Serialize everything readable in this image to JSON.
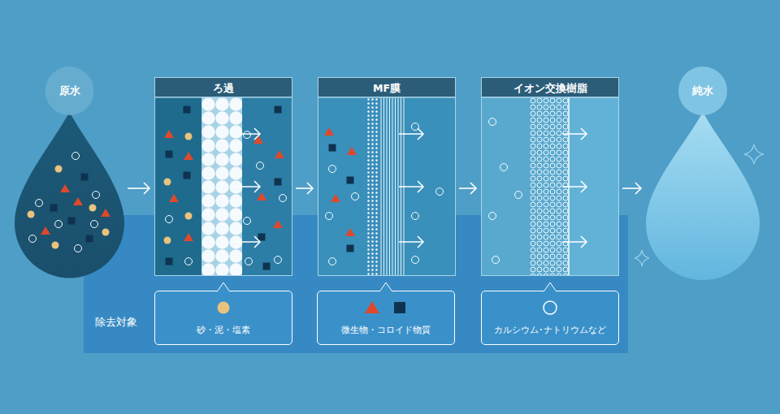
{
  "diagram": {
    "nodes": [
      {
        "text": [
          "原水"
        ]
      },
      {
        "text": [
          "ろ過"
        ]
      },
      {
        "text": [
          "MF膜"
        ]
      },
      {
        "text": [
          "イオン交換樹脂"
        ]
      },
      {
        "text": [
          "純水"
        ]
      },
      {
        "text": [
          "除去対象"
        ]
      },
      {
        "text": [
          "砂・泥・塩素"
        ],
        "in": 5
      },
      {
        "text": [
          "微生物・コロイド物質"
        ],
        "in": 5
      },
      {
        "text": [
          "カルシウム･ナトリウムなど"
        ],
        "in": 5
      }
    ],
    "edges": [
      {
        "from": 0,
        "to": 1,
        "arrow": "to"
      },
      {
        "from": 1,
        "to": 2,
        "arrow": "to"
      },
      {
        "from": 2,
        "to": 3,
        "arrow": "to"
      },
      {
        "from": 3,
        "to": 4,
        "arrow": "to"
      }
    ]
  }
}
